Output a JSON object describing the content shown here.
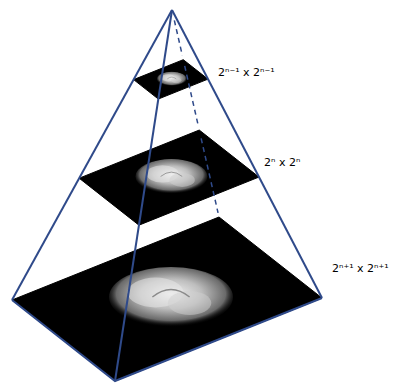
{
  "diagram": {
    "labels": [
      "2ⁿ⁻¹ x 2ⁿ⁻¹",
      "2ⁿ x 2ⁿ",
      "2ⁿ⁺¹ x 2ⁿ⁺¹"
    ]
  }
}
